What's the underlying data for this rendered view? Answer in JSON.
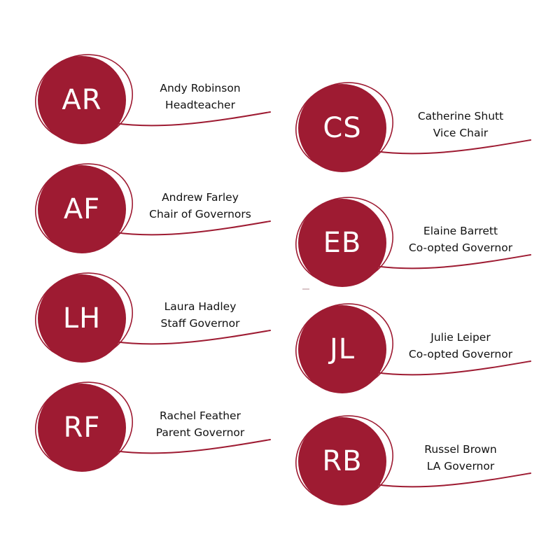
{
  "accent_color": "#9e1b32",
  "members": [
    {
      "initials": "AR",
      "name": "Andy Robinson",
      "role": "Headteacher"
    },
    {
      "initials": "CS",
      "name": "Catherine Shutt",
      "role": "Vice Chair"
    },
    {
      "initials": "AF",
      "name": "Andrew Farley",
      "role": "Chair of Governors"
    },
    {
      "initials": "EB",
      "name": "Elaine Barrett",
      "role": "Co-opted Governor"
    },
    {
      "initials": "LH",
      "name": "Laura Hadley",
      "role": "Staff Governor"
    },
    {
      "initials": "JL",
      "name": "Julie Leiper",
      "role": "Co-opted Governor"
    },
    {
      "initials": "RF",
      "name": "Rachel Feather",
      "role": "Parent Governor"
    },
    {
      "initials": "RB",
      "name": "Russel Brown",
      "role": "LA Governor"
    }
  ]
}
